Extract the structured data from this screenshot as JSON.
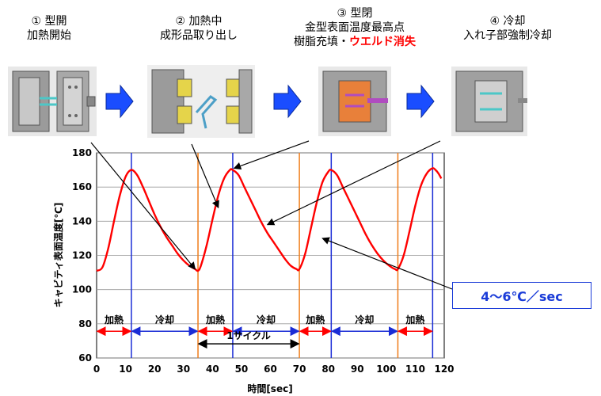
{
  "stages": [
    {
      "number": "①",
      "line1": "型開",
      "line2": "加熱開始",
      "line2_red": ""
    },
    {
      "number": "②",
      "line1": "加熱中",
      "line2": "成形品取り出し",
      "line2_red": ""
    },
    {
      "number": "③",
      "line1": "型閉",
      "line1b": "金型表面温度最高点",
      "line2": "樹脂充填・",
      "line2_red": "ウエルド消失"
    },
    {
      "number": "④",
      "line1": "冷却",
      "line2": "入れ子部強制冷却",
      "line2_red": ""
    }
  ],
  "callout": {
    "text": "4～6℃／sec"
  },
  "colors": {
    "curve": "#ff0000",
    "blue_line": "#1a2cd6",
    "orange_line": "#f07d1a",
    "arrow": "#1a4dff",
    "heat_arrow": "#ff0000",
    "cool_arrow": "#1a2cd6"
  },
  "chart_data": {
    "type": "line",
    "title": "",
    "xlabel": "時間[sec]",
    "ylabel": "キャビティ表面温度[℃]",
    "xlim": [
      0,
      120
    ],
    "ylim": [
      60,
      180
    ],
    "xticks": [
      0,
      10,
      20,
      30,
      40,
      50,
      60,
      70,
      80,
      90,
      100,
      110,
      120
    ],
    "yticks": [
      60,
      80,
      100,
      120,
      140,
      160,
      180
    ],
    "grid": true,
    "series": [
      {
        "name": "",
        "x": [
          0,
          2,
          4,
          6,
          8,
          10,
          12,
          14,
          16,
          18,
          20,
          22,
          24,
          26,
          28,
          30,
          32,
          34,
          35,
          36,
          38,
          40,
          42,
          44,
          46,
          47,
          49,
          51,
          53,
          55,
          57,
          59,
          61,
          63,
          65,
          67,
          69,
          70,
          72,
          74,
          76,
          78,
          80,
          81,
          83,
          85,
          87,
          89,
          91,
          93,
          95,
          97,
          99,
          101,
          103,
          104,
          106,
          108,
          110,
          112,
          114,
          116,
          117,
          118,
          119
        ],
        "y": [
          111,
          113,
          124,
          140,
          155,
          166,
          170,
          167,
          160,
          152,
          144,
          137,
          131,
          126,
          121,
          117,
          114,
          112,
          111,
          114,
          126,
          141,
          155,
          165,
          170,
          170,
          167,
          160,
          153,
          146,
          139,
          133,
          128,
          123,
          118,
          114,
          112,
          112,
          121,
          136,
          151,
          163,
          169,
          170,
          167,
          160,
          153,
          146,
          139,
          132,
          126,
          121,
          117,
          114,
          112,
          112,
          120,
          134,
          149,
          161,
          168,
          171,
          170,
          168,
          165
        ]
      }
    ],
    "vertical_lines": {
      "blue": [
        12,
        47,
        81,
        116
      ],
      "orange": [
        35,
        70,
        104
      ]
    },
    "phases": [
      {
        "label": "加熱",
        "from": 0,
        "to": 12,
        "kind": "heat"
      },
      {
        "label": "冷却",
        "from": 12,
        "to": 35,
        "kind": "cool"
      },
      {
        "label": "加熱",
        "from": 35,
        "to": 47,
        "kind": "heat"
      },
      {
        "label": "冷却",
        "from": 47,
        "to": 70,
        "kind": "cool"
      },
      {
        "label": "加熱",
        "from": 70,
        "to": 81,
        "kind": "heat"
      },
      {
        "label": "冷却",
        "from": 81,
        "to": 104,
        "kind": "cool"
      },
      {
        "label": "加熱",
        "from": 104,
        "to": 116,
        "kind": "heat"
      }
    ],
    "phase_y": 84,
    "cycle": {
      "label": "1サイクル",
      "from": 35,
      "to": 70,
      "y": 72
    }
  }
}
